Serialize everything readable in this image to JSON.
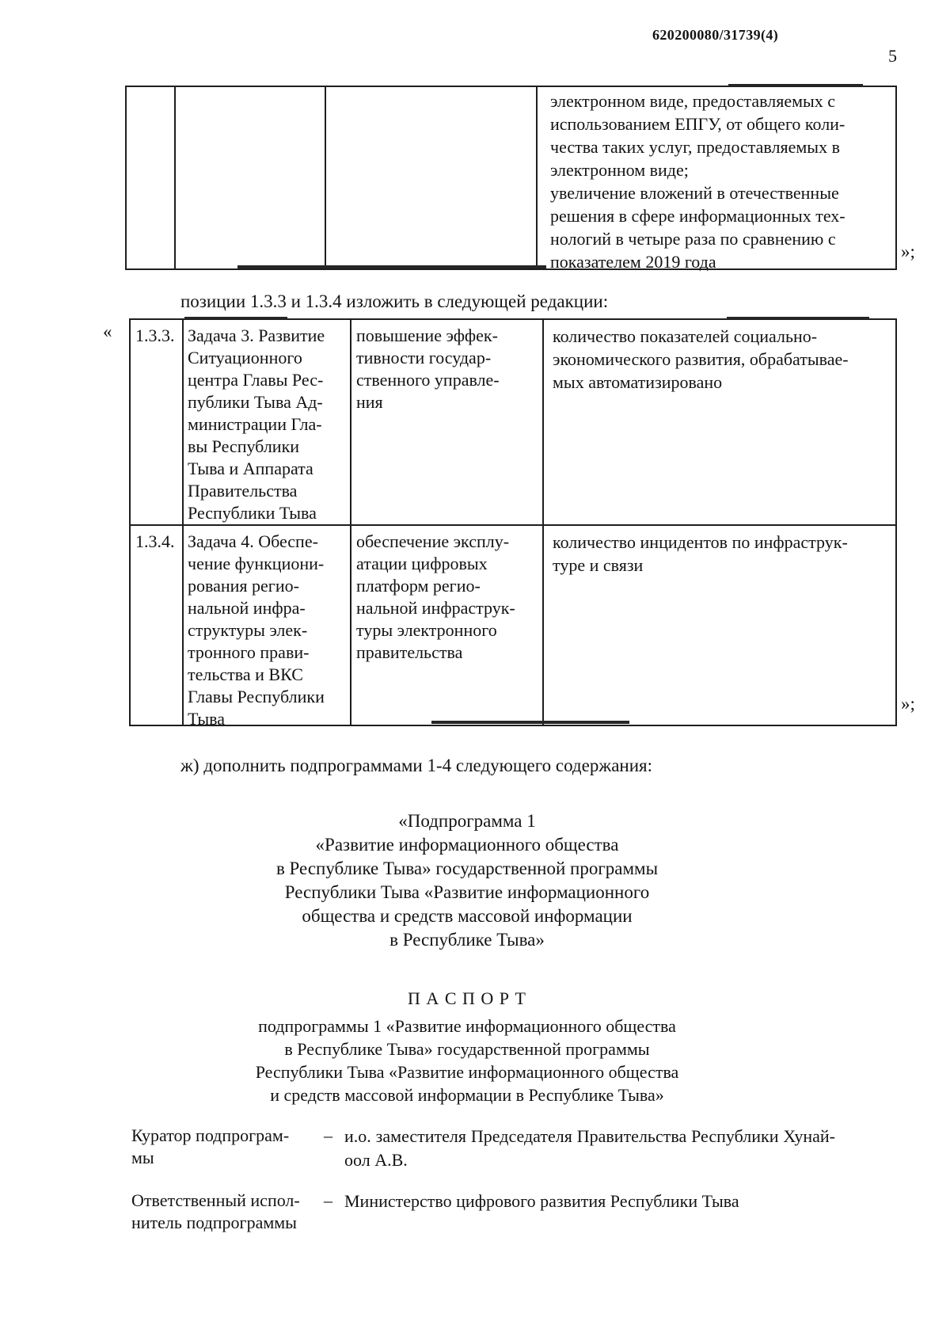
{
  "page": {
    "doc_number": "620200080/31739(4)",
    "page_number": "5"
  },
  "table1": {
    "closing_mark": "»;",
    "indicator_lines": [
      "электронном виде, предоставляемых с",
      "использованием ЕПГУ, от общего коли-",
      "чества таких услуг, предоставляемых в",
      "электронном виде;",
      "увеличение вложений в отечественные",
      "решения в сфере информационных тех-",
      "нологий в четыре раза по сравнению с",
      "показателем 2019 года"
    ]
  },
  "intro_positions": "позиции 1.3.3 и 1.3.4 изложить в следующей редакции:",
  "table2": {
    "opening_mark": "«",
    "closing_mark": "»;",
    "rows": [
      {
        "num": "1.3.3.",
        "task": [
          "Задача 3. Развитие",
          "Ситуационного",
          "центра Главы Рес-",
          "публики Тыва Ад-",
          "министрации Гла-",
          "вы Республики",
          "Тыва и Аппарата",
          "Правительства",
          "Республики Тыва"
        ],
        "effect": [
          "повышение эффек-",
          "тивности государ-",
          "ственного управле-",
          "ния"
        ],
        "indicator": [
          "количество показателей социально-",
          "экономического развития, обрабатывае-",
          "мых автоматизировано"
        ]
      },
      {
        "num": "1.3.4.",
        "task": [
          "Задача 4. Обеспе-",
          "чение функциони-",
          "рования регио-",
          "нальной инфра-",
          "структуры элек-",
          "тронного прави-",
          "тельства и ВКС",
          "Главы Республики",
          "Тыва"
        ],
        "effect": [
          "обеспечение эксплу-",
          "атации цифровых",
          "платформ регио-",
          "нальной инфраструк-",
          "туры электронного",
          "правительства"
        ],
        "indicator": [
          "количество инцидентов по инфраструк-",
          "туре и связи"
        ]
      }
    ]
  },
  "intro_subprograms": "ж) дополнить подпрограммами 1-4 следующего содержания:",
  "subprogram_title_lines": [
    "«Подпрограмма 1",
    "«Развитие информационного общества",
    "в Республике Тыва» государственной программы",
    "Республики Тыва «Развитие информационного",
    "общества и средств массовой информации",
    "в Республике Тыва»"
  ],
  "passport": {
    "title": "П А С П О Р Т",
    "subtitle_lines": [
      "подпрограммы 1 «Развитие информационного общества",
      "в Республике Тыва» государственной программы",
      "Республики Тыва «Развитие информационного общества",
      "и средств массовой информации в Республике Тыва»"
    ]
  },
  "details": [
    {
      "label_lines": [
        "Куратор подпрограм-",
        "мы"
      ],
      "dash": "–",
      "value": "и.о. заместителя Председателя Правительства Республики Хунай-оол А.В."
    },
    {
      "label_lines": [
        "Ответственный испол-",
        "нитель подпрограммы"
      ],
      "dash": "–",
      "value": "Министерство цифрового развития Республики Тыва"
    }
  ]
}
